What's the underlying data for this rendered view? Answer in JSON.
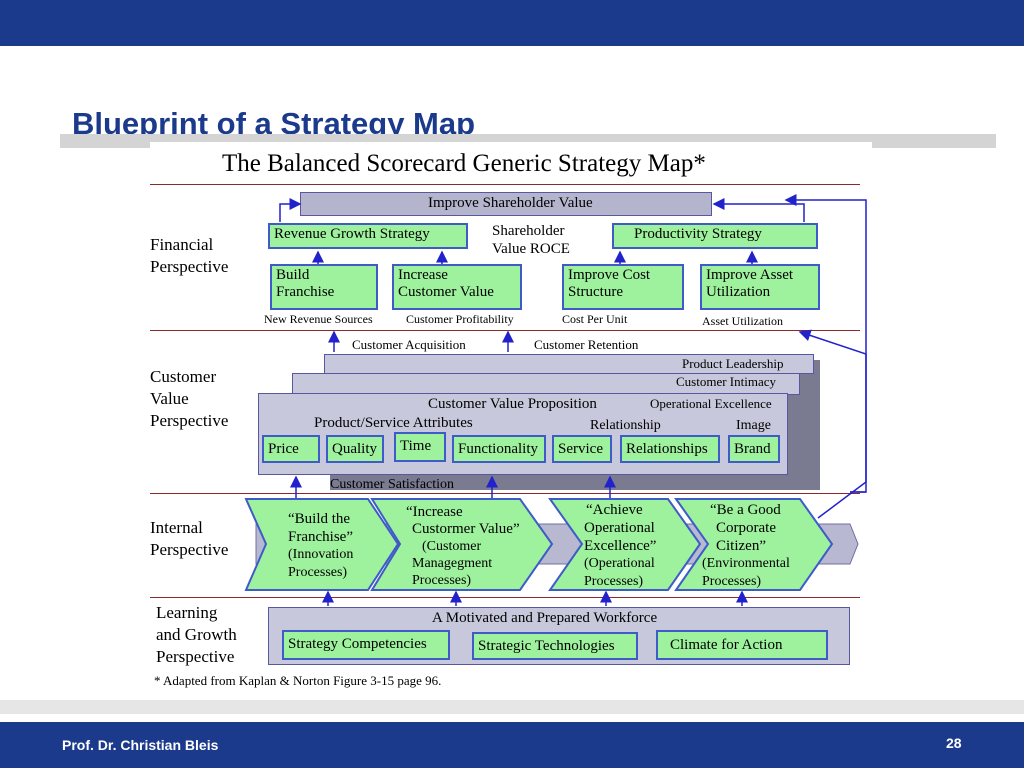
{
  "slide": {
    "title": "Blueprint of a Strategy Map",
    "author": "Prof. Dr. Christian Bleis",
    "page_number": "28"
  },
  "map": {
    "heading": "The Balanced Scorecard Generic Strategy Map*",
    "footnote": "* Adapted from Kaplan & Norton Figure 3-15 page 96.",
    "perspectives": {
      "financial": [
        "Financial",
        "Perspective"
      ],
      "customer": [
        "Customer",
        "Value",
        "Perspective"
      ],
      "internal": [
        "Internal",
        "Perspective"
      ],
      "learning": [
        "Learning",
        "and Growth",
        "Perspective"
      ]
    },
    "financial": {
      "shareholder_value": "Improve Shareholder Value",
      "revenue_growth": "Revenue Growth Strategy",
      "shareholder_roce": [
        "Shareholder",
        "Value ROCE"
      ],
      "productivity": "Productivity Strategy",
      "build_franchise": [
        "Build",
        "Franchise"
      ],
      "increase_customer_value": [
        "Increase",
        "Customer Value"
      ],
      "improve_cost": [
        "Improve Cost",
        "Structure"
      ],
      "improve_asset": [
        "Improve Asset",
        "Utilization"
      ],
      "measures": [
        "New Revenue Sources",
        "Customer Profitability",
        "Cost Per Unit",
        "Asset Utilization"
      ]
    },
    "customer": {
      "acquisition": "Customer Acquisition",
      "retention": "Customer Retention",
      "product_leadership": "Product Leadership",
      "customer_intimacy": "Customer Intimacy",
      "value_proposition": "Customer Value Proposition",
      "operational_excellence": "Operational Excellence",
      "attributes_header": "Product/Service Attributes",
      "relationship_header": "Relationship",
      "image_header": "Image",
      "attributes": [
        "Price",
        "Quality",
        "Time",
        "Functionality"
      ],
      "relationship_items": [
        "Service",
        "Relationships"
      ],
      "image_items": [
        "Brand"
      ],
      "satisfaction": "Customer Satisfaction"
    },
    "internal": {
      "processes": [
        [
          "“Build the",
          "Franchise”",
          "(Innovation",
          "Processes)"
        ],
        [
          "“Increase",
          "Custormer Value”",
          "(Customer",
          "Managegment",
          "Processes)"
        ],
        [
          "“Achieve",
          "Operational",
          "Excellence”",
          "(Operational",
          "Processes)"
        ],
        [
          "“Be a Good",
          "Corporate",
          "Citizen”",
          "(Environmental",
          "Processes)"
        ]
      ]
    },
    "learning": {
      "workforce": "A Motivated and Prepared Workforce",
      "items": [
        "Strategy Competencies",
        "Strategic Technologies",
        "Climate for Action"
      ]
    }
  },
  "colors": {
    "header_blue": "#1b3a8c",
    "box_green": "#9ef29e",
    "box_border_blue": "#3e5bc8",
    "panel_grey": "#c8c8dc"
  }
}
